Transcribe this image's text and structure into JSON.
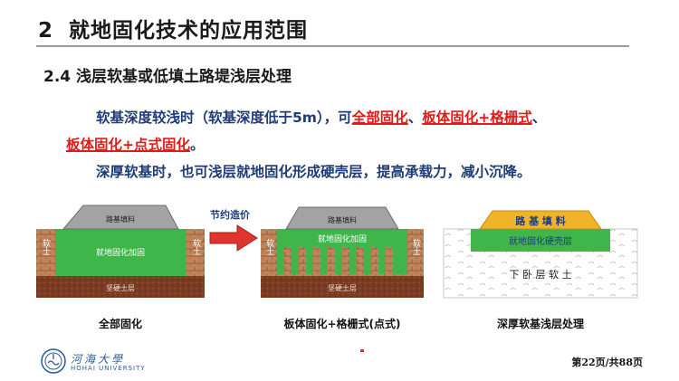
{
  "heading": {
    "number": "2",
    "title": "就地固化技术的应用范围"
  },
  "section": {
    "title": "2.4 浅层软基或低填土路堤浅层处理"
  },
  "paragraph1": {
    "lead": "软基深度较浅时（软基深度低于5m），可",
    "red1": "全部固化",
    "sep1": "、",
    "red2": "板体固化+格栅式",
    "sep2": "、",
    "red3": "板体固化+点式固化",
    "end": "。"
  },
  "paragraph2": "深厚软基时，也可浅层就地固化形成硬壳层，提高承载力，减小沉降。",
  "diagram1": {
    "embankment": "路基填料",
    "soil_left": "软土",
    "soil_right": "软土",
    "cured": "就地固化加固",
    "bottom": "坚硬土层",
    "caption": "全部固化"
  },
  "arrow_label": "节约造价",
  "diagram2": {
    "embankment": "路基填料",
    "soil_left": "软土",
    "soil_right": "软土",
    "cured": "就地固化加固",
    "bottom": "坚硬土层",
    "caption": "板体固化+格栅式(点式)"
  },
  "diagram3": {
    "embankment": "路 基 填 料",
    "crust": "就地固化硬壳层",
    "underlying": "下 卧 层 软 土",
    "caption": "深厚软基浅层处理"
  },
  "footer": {
    "logo_cn": "河海大學",
    "logo_en": "HOHAI UNIVERSITY",
    "page": "第22页/共88页"
  },
  "colors": {
    "red_emphasis": "#e21a1a",
    "body_text": "#1f3c78",
    "cured_green": "#3fb54a",
    "embankment_gray": "#a3a3a3",
    "embankment_gold": "#f0b428",
    "hard_soil": "#7a3b22",
    "soft_soil": "#c0835a",
    "arrow_red": "#e0342f"
  },
  "icons": {
    "logo": "hohai-university-emblem-icon",
    "arrow": "right-arrow-icon"
  }
}
